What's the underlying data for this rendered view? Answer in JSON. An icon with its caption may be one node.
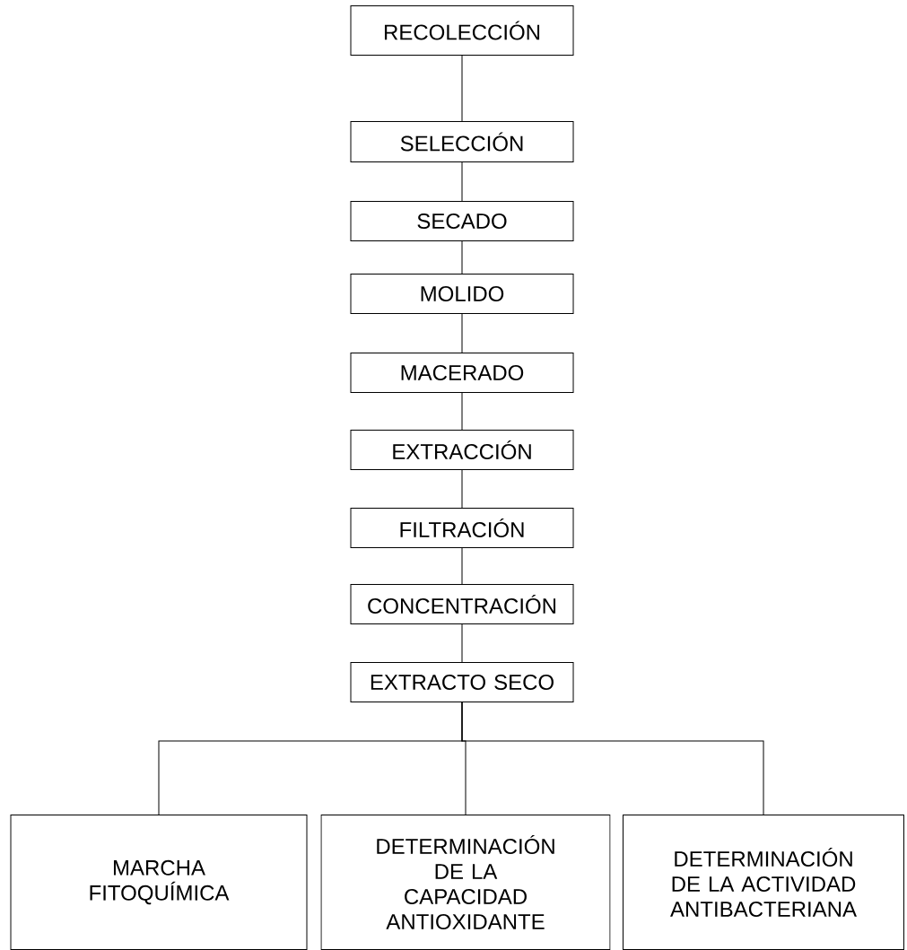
{
  "diagram": {
    "nodes": [
      {
        "text": [
          "RECOLECCIÓN"
        ]
      },
      {
        "text": [
          "SELECCIÓN"
        ]
      },
      {
        "text": [
          "SECADO"
        ]
      },
      {
        "text": [
          "MOLIDO"
        ]
      },
      {
        "text": [
          "MACERADO"
        ]
      },
      {
        "text": [
          "EXTRACCIÓN"
        ]
      },
      {
        "text": [
          "FILTRACIÓN"
        ]
      },
      {
        "text": [
          "CONCENTRACIÓN"
        ]
      },
      {
        "text": [
          "EXTRACTO SECO"
        ]
      },
      {
        "text": [
          "MARCHA FITOQUÍMICA"
        ]
      },
      {
        "text": [
          "DETERMINACIÓN DE LA CAPACIDAD ANTIOXIDANTE"
        ]
      },
      {
        "text": [
          "DETERMINACIÓN DE LA ACTIVIDAD ANTIBACTERIANA"
        ]
      }
    ],
    "edges": [
      {
        "from": 0,
        "to": 1,
        "arrow": "none"
      },
      {
        "from": 1,
        "to": 2,
        "arrow": "none"
      },
      {
        "from": 2,
        "to": 3,
        "arrow": "none"
      },
      {
        "from": 3,
        "to": 4,
        "arrow": "none"
      },
      {
        "from": 4,
        "to": 5,
        "arrow": "none"
      },
      {
        "from": 5,
        "to": 6,
        "arrow": "none"
      },
      {
        "from": 6,
        "to": 7,
        "arrow": "none"
      },
      {
        "from": 7,
        "to": 8,
        "arrow": "none"
      },
      {
        "from": 8,
        "to": 9,
        "arrow": "none"
      },
      {
        "from": 8,
        "to": 10,
        "arrow": "none"
      },
      {
        "from": 8,
        "to": 11,
        "arrow": "none"
      }
    ]
  }
}
